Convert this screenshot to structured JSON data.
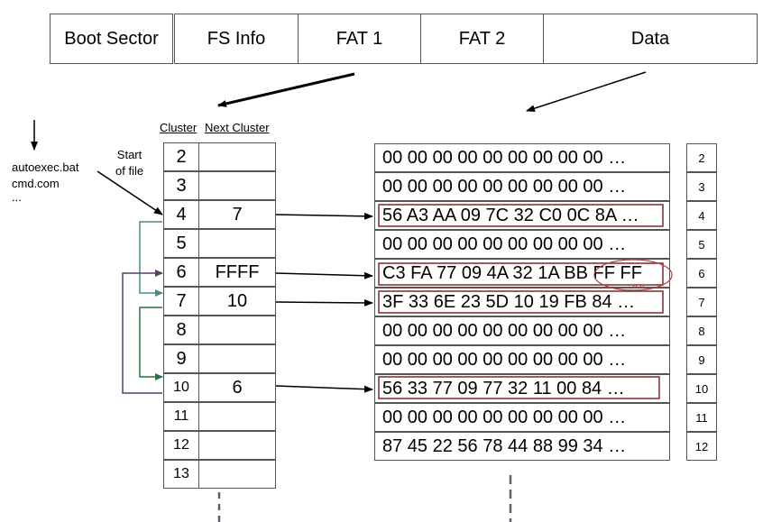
{
  "layout": [
    "Boot Sector",
    "FS Info",
    "FAT 1",
    "FAT 2",
    "Data"
  ],
  "headers": {
    "cluster": "Cluster",
    "next_cluster": "Next Cluster"
  },
  "files": [
    "autoexec.bat",
    "cmd.com",
    "..."
  ],
  "start_of_file": [
    "Start",
    "of file"
  ],
  "fat_rows": [
    {
      "cluster": "2",
      "next": ""
    },
    {
      "cluster": "3",
      "next": ""
    },
    {
      "cluster": "4",
      "next": "7"
    },
    {
      "cluster": "5",
      "next": ""
    },
    {
      "cluster": "6",
      "next": "FFFF"
    },
    {
      "cluster": "7",
      "next": "10"
    },
    {
      "cluster": "8",
      "next": ""
    },
    {
      "cluster": "9",
      "next": ""
    },
    {
      "cluster": "10",
      "next": "6"
    },
    {
      "cluster": "11",
      "next": ""
    },
    {
      "cluster": "12",
      "next": ""
    },
    {
      "cluster": "13",
      "next": ""
    }
  ],
  "data_rows": [
    "00 00 00 00 00 00 00 00 00 …",
    "00 00 00 00 00 00 00 00 00 …",
    "56 A3 AA 09 7C 32 C0 0C 8A …",
    "00 00 00 00 00 00 00 00 00 …",
    "C3 FA 77 09 4A 32 1A BB FF FF",
    "3F 33 6E 23 5D 10 19 FB 84 …",
    "00 00 00 00 00 00 00 00 00 …",
    "00 00 00 00 00 00 00 00 00 …",
    "56 33 77 09 77 32 11 00 84 …",
    "00 00 00 00 00 00 00 00 00 …",
    "87 45 22 56 78 44 88 99 34 …"
  ],
  "data_numbers": [
    "2",
    "3",
    "4",
    "5",
    "6",
    "7",
    "8",
    "9",
    "10",
    "11",
    "12"
  ],
  "colors": {
    "highlight_box": "#7a2a2a",
    "chain_teal": "#4a8a86",
    "chain_purple": "#5a3f6e",
    "chain_green": "#2e7040",
    "end_oval": "#b04040"
  }
}
